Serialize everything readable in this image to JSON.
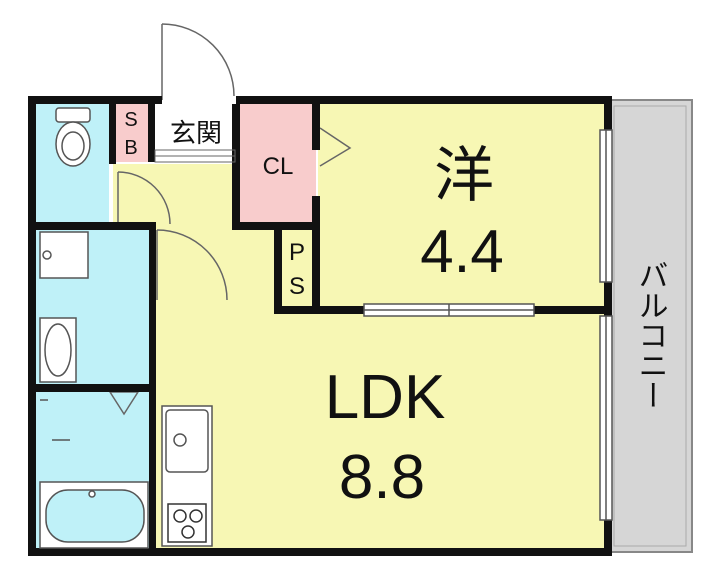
{
  "rooms": {
    "western": {
      "name": "洋",
      "size": "4.4"
    },
    "ldk": {
      "name": "LDK",
      "size": "8.8"
    },
    "cl": {
      "name": "CL"
    },
    "ps": {
      "line1": "P",
      "line2": "S"
    },
    "sb": {
      "line1": "S",
      "line2": "B"
    },
    "entrance": {
      "name": "玄関"
    },
    "balcony": {
      "name": "バルコニー"
    }
  },
  "colors": {
    "wall": "#111111",
    "room_fill": "#f7f7b4",
    "wet_fill": "#bff1f8",
    "closet_fill": "#f8cccc",
    "balcony_fill": "#d6d6d6",
    "entrance_fill": "#ffffff"
  },
  "icons": [
    "toilet-icon",
    "washing-machine-icon",
    "sink-icon",
    "bathtub-icon",
    "kitchen-sink-icon",
    "stove-icon",
    "door-swing-icon"
  ]
}
